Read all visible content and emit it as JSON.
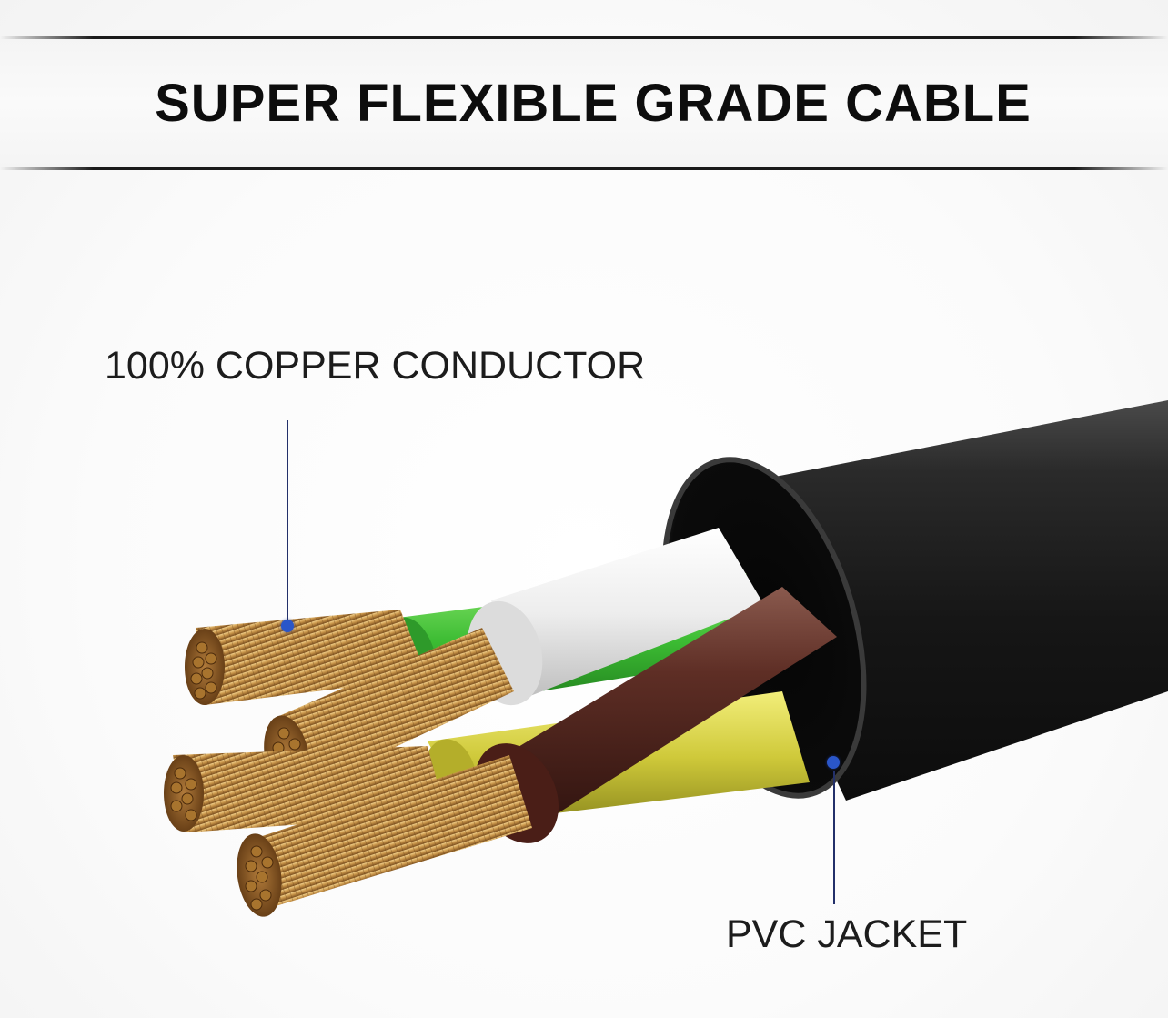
{
  "header": {
    "title": "SUPER FLEXIBLE GRADE CABLE"
  },
  "callouts": {
    "conductor": {
      "label": "100% COPPER CONDUCTOR"
    },
    "jacket": {
      "label": "PVC JACKET"
    }
  },
  "colors": {
    "jacket": "#1b1b1b",
    "white_core": "#f2f2f2",
    "brown_core": "#5a2a22",
    "yellow_core": "#d6d23a",
    "green_core": "#3fbf3a",
    "copper": "#c9954a",
    "callout_dot": "#2a56c9",
    "leader_line": "#23306a"
  }
}
